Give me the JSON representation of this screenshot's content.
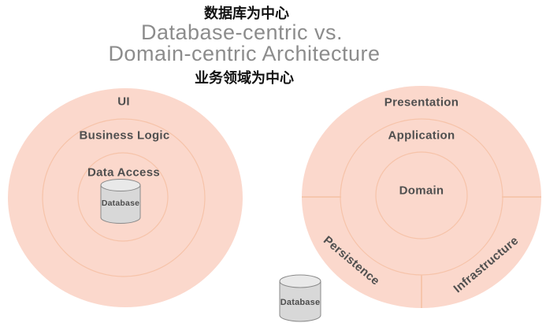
{
  "titles": {
    "top_cn": "数据库为中心",
    "main_line1": "Database-centric vs.",
    "main_line2": "Domain-centric Architecture",
    "bottom_cn": "业务领域为中心"
  },
  "left_diagram": {
    "name": "Database-centric",
    "rings": [
      {
        "label": "UI"
      },
      {
        "label": "Business Logic"
      },
      {
        "label": "Data Access"
      }
    ],
    "database_label": "Database"
  },
  "right_diagram": {
    "name": "Domain-centric",
    "rings": [
      {
        "label": "Presentation"
      },
      {
        "label": "Application"
      },
      {
        "label": "Domain"
      }
    ],
    "sectors": [
      {
        "label": "Persistence"
      },
      {
        "label": "Infrastructure"
      }
    ],
    "database_label": "Database"
  },
  "colors": {
    "circle_fill": "#fbd8cc",
    "ring_stroke": "#f6c3a9",
    "cn_text": "#111111",
    "title_gray": "#8c8c8c",
    "label_text": "#4f4f4f",
    "db_label_text": "#4d4d4d",
    "cylinder_fill": "#d8d8d8",
    "cylinder_top_fill": "#e9e9e9",
    "cylinder_stroke": "#8a8a8a"
  }
}
